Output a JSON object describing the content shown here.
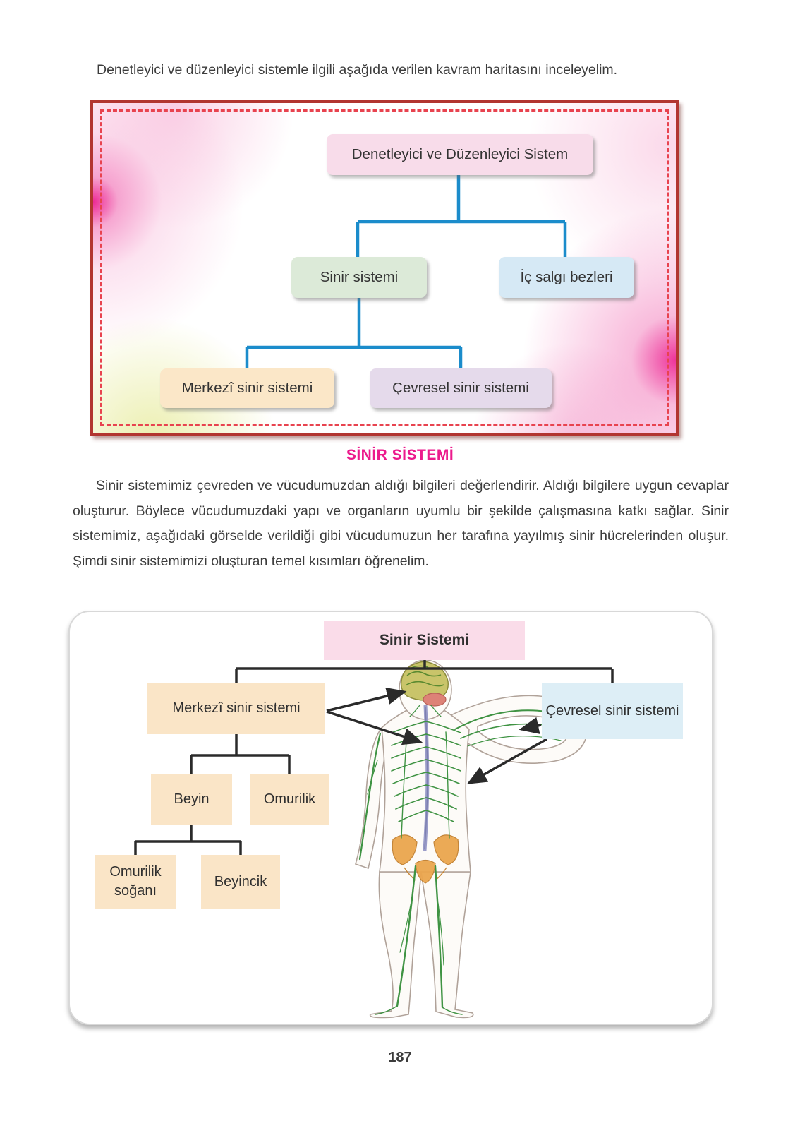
{
  "page": {
    "intro": "Denetleyici ve düzenleyici sistemle ilgili aşağıda verilen kavram haritasını inceleyelim.",
    "page_number": "187"
  },
  "concept_map": {
    "root": "Denetleyici ve Düzenleyici Sistem",
    "level1": [
      "Sinir sistemi",
      "İç salgı bezleri"
    ],
    "level2": [
      "Merkezî sinir sistemi",
      "Çevresel sinir sistemi"
    ]
  },
  "section": {
    "heading": "SİNİR SİSTEMİ",
    "paragraph": "Sinir sistemimiz çevreden ve vücudumuzdan aldığı bilgileri değerlendirir. Aldığı bilgilere uygun cevaplar oluşturur. Böylece vücudumuzdaki yapı ve organların uyumlu bir şekilde çalışmasına katkı sağlar. Sinir sistemimiz, aşağıdaki görselde verildiği gibi vücudumuzun her tarafına yayılmış sinir hücrelerinden oluşur. Şimdi sinir sistemimizi oluşturan temel kısımları öğrenelim."
  },
  "nervous_diagram": {
    "root": "Sinir Sistemi",
    "central": "Merkezî sinir sistemi",
    "peripheral": "Çevresel sinir sistemi",
    "brain": "Beyin",
    "spinal_cord": "Omurilik",
    "medulla": "Omurilik soğanı",
    "cerebellum": "Beyincik"
  },
  "colors": {
    "frame_border": "#b23530",
    "frame_dashed": "#e8434f",
    "corner_glow_pink": "#ec2e8f",
    "corner_glow_yellow": "#e8eca0",
    "connector_blue": "#1b8ccb",
    "connector_black": "#2a2a2a",
    "heading_pink": "#ec1a8c",
    "box_pink": "#f8dcea",
    "box_green": "#dcead8",
    "box_blue": "#d6e9f5",
    "box_tan": "#fbe7c8",
    "box_lavender": "#e5daeb",
    "panel_box_tan": "#fae5c7",
    "panel_box_blue": "#ddeef6",
    "panel_box_pink": "#fadce9",
    "nerve_green": "#3f9343",
    "spine_purple": "#999bc8",
    "pelvis_orange": "#eba64e",
    "brain_olive": "#c9c46a",
    "cerebellum_pink": "#dd8277"
  }
}
